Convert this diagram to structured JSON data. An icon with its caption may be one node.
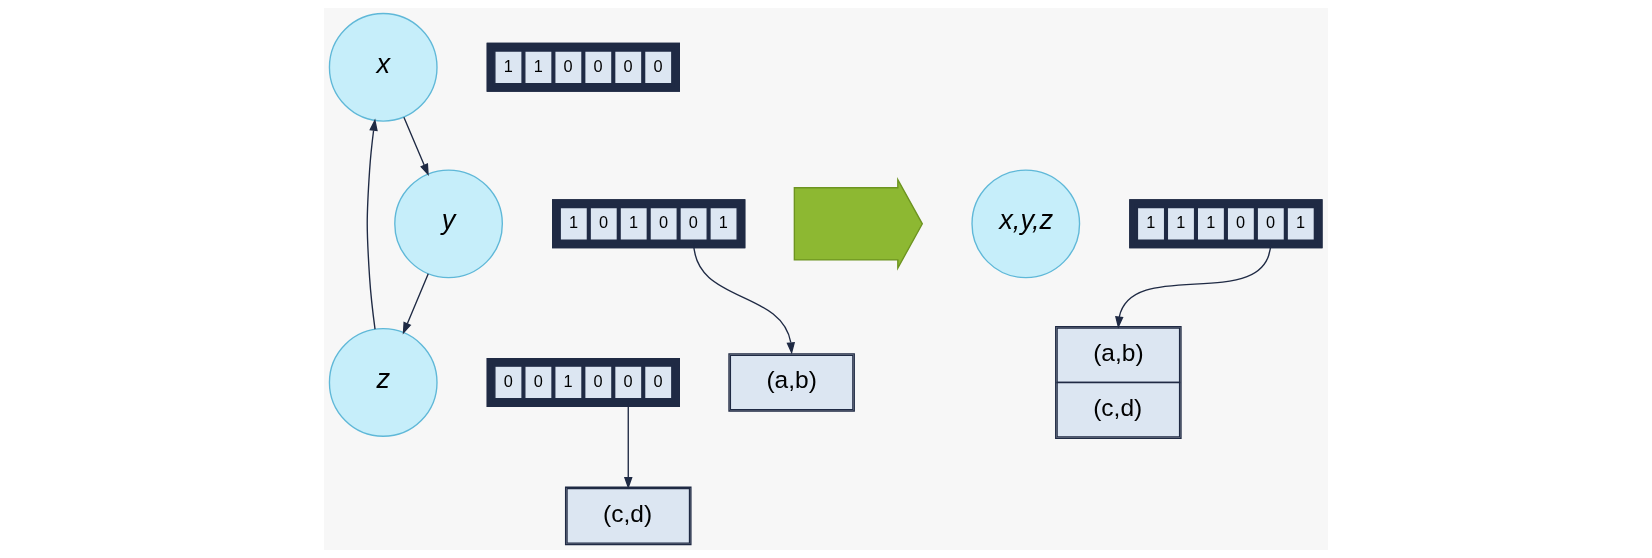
{
  "diagram": {
    "nodes": [
      {
        "text": [
          "x"
        ]
      },
      {
        "text": [
          "1",
          "1",
          "0",
          "0",
          "0",
          "0"
        ]
      },
      {
        "text": [
          "y"
        ]
      },
      {
        "text": [
          "1",
          "0",
          "1",
          "0",
          "0",
          "1"
        ]
      },
      {
        "text": [
          "(a,b)"
        ]
      },
      {
        "text": [
          "z"
        ]
      },
      {
        "text": [
          "0",
          "0",
          "1",
          "0",
          "0",
          "0"
        ]
      },
      {
        "text": [
          "(c,d)"
        ]
      },
      {
        "text": [],
        "shape": "arrow"
      },
      {
        "text": [
          "x,y,z"
        ]
      },
      {
        "text": [
          "1",
          "1",
          "1",
          "0",
          "0",
          "1"
        ]
      },
      {
        "text": [
          "(a,b)",
          "(c,d)"
        ]
      }
    ],
    "edges": [
      {
        "from": 0,
        "to": 2,
        "arrow": "to"
      },
      {
        "from": 2,
        "to": 5,
        "arrow": "to"
      },
      {
        "from": 5,
        "to": 0,
        "arrow": "to"
      },
      {
        "from": 3,
        "to": 4,
        "arrow": "to"
      },
      {
        "from": 6,
        "to": 7,
        "arrow": "to"
      },
      {
        "from": 10,
        "to": 11,
        "arrow": "to"
      }
    ]
  }
}
